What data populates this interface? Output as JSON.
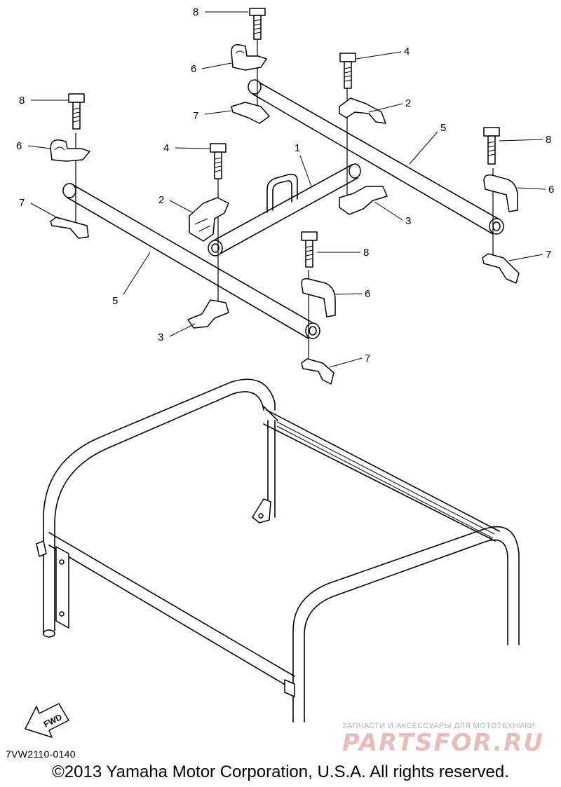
{
  "diagram": {
    "callouts": {
      "c1": "1",
      "c2a": "2",
      "c2b": "2",
      "c3a": "3",
      "c3b": "3",
      "c4a": "4",
      "c4b": "4",
      "c5a": "5",
      "c5b": "5",
      "c6a": "6",
      "c6b": "6",
      "c6c": "6",
      "c6d": "6",
      "c7a": "7",
      "c7b": "7",
      "c7c": "7",
      "c7d": "7",
      "c8a": "8",
      "c8b": "8",
      "c8c": "8",
      "c8d": "8"
    },
    "fwd_label": "FWD",
    "diagram_code": "7VW2110-0140",
    "copyright": "©2013 Yamaha Motor Corporation, U.S.A. All rights reserved."
  },
  "watermark": {
    "tagline": "ЗАПЧАСТИ И АКСЕССУАРЫ ДЛЯ МОТОТЕХНИКИ",
    "logo_text": "PARTSFOR.RU"
  }
}
